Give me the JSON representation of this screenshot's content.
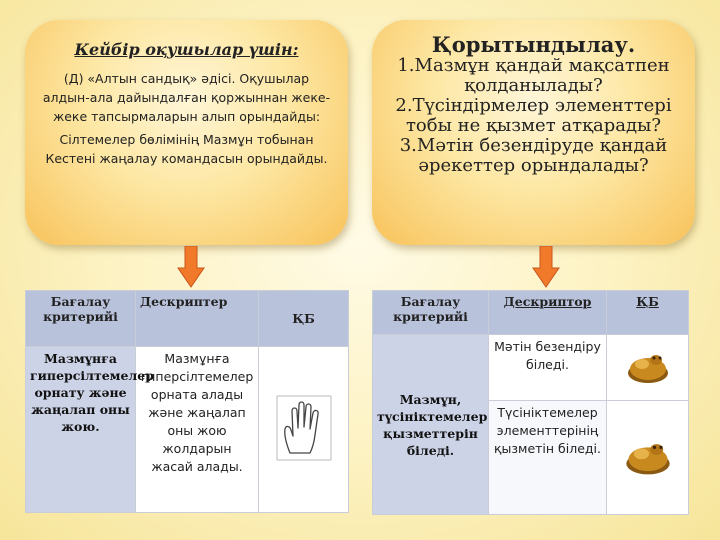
{
  "left_box": {
    "title": "Кейбір оқушылар үшін:",
    "para1": "(Д)  «Алтын сандық» әдісі. Оқушылар алдын-ала дайындалған қоржыннан жеке-жеке тапсырмаларын алып орындайды:",
    "para2": "Сілтемелер бөлімінің Мазмұн тобынан Кестені жаңалау командасын орындайды."
  },
  "right_box": {
    "title": "Қорытындылау.",
    "q1": "1.Мазмұн қандай мақсатпен қолданылады?",
    "q2": "2.Түсіндірмелер элементтері тобы не қызмет атқарады?",
    "q3": "3.Мәтін безендіруде қандай әрекеттер орындалады?"
  },
  "table_left": {
    "headers": [
      "Бағалау критерийі",
      "Дескриптер",
      "ҚБ"
    ],
    "criterion": "Мазмұнға гиперсілтемелер орнату және жаңалап оны жою.",
    "descriptor": "Мазмұнға гиперсілтемелер орната алады және жаңалап оны жою жолдарын жасай алады."
  },
  "table_right": {
    "headers": [
      "Бағалау критерийі",
      "Дескриптор",
      "ҚБ"
    ],
    "criterion": "Мазмұн, түсініктемелер қызметтерін біледі.",
    "descriptor1": "Мәтін безендіру біледі.",
    "descriptor2": "Түсініктемелер элементтерінің қызметін біледі."
  },
  "icons": [
    "down-arrow-icon",
    "hand-icon",
    "gold-toad-icon"
  ],
  "colors": {
    "bubble": "#f8c25a",
    "arrow": "#f07a2a",
    "table_header": "#b9c2db",
    "table_criterion": "#ccd3e6"
  }
}
